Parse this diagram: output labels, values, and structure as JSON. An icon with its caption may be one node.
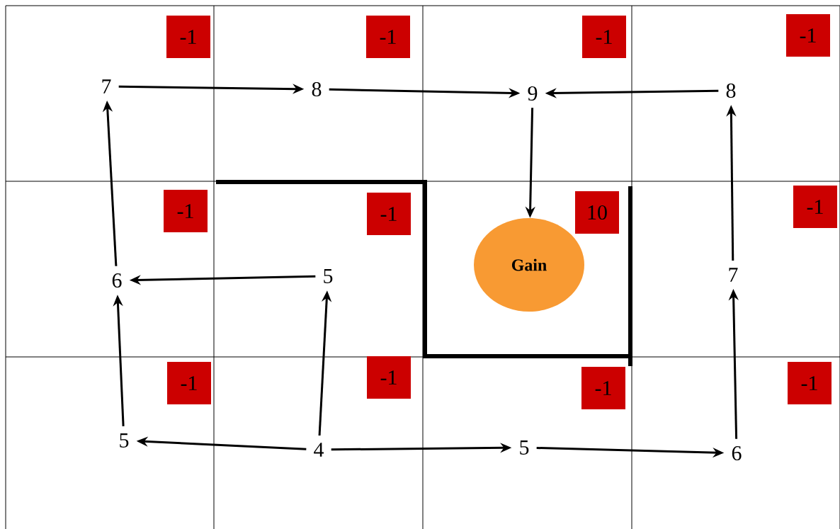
{
  "diagram": {
    "nodes": [
      {
        "text": [
          "7"
        ]
      },
      {
        "text": [
          "8"
        ]
      },
      {
        "text": [
          "9"
        ]
      },
      {
        "text": [
          "8"
        ]
      },
      {
        "text": [
          "6"
        ]
      },
      {
        "text": [
          "5"
        ]
      },
      {
        "text": [
          "7"
        ]
      },
      {
        "text": [
          "5"
        ]
      },
      {
        "text": [
          "4"
        ]
      },
      {
        "text": [
          "5"
        ]
      },
      {
        "text": [
          "6"
        ]
      },
      {
        "text": [
          "-1"
        ]
      },
      {
        "text": [
          "-1"
        ]
      },
      {
        "text": [
          "-1"
        ]
      },
      {
        "text": [
          "-1"
        ]
      },
      {
        "text": [
          "-1"
        ]
      },
      {
        "text": [
          "-1"
        ]
      },
      {
        "text": [
          "10"
        ]
      },
      {
        "text": [
          "-1"
        ]
      },
      {
        "text": [
          "-1"
        ]
      },
      {
        "text": [
          "-1"
        ]
      },
      {
        "text": [
          "-1"
        ]
      },
      {
        "text": [
          "-1"
        ]
      },
      {
        "text": [
          "Gain"
        ]
      }
    ],
    "edges": [
      {
        "from": 0,
        "to": 1,
        "arrow": "to"
      },
      {
        "from": 1,
        "to": 2,
        "arrow": "to"
      },
      {
        "from": 3,
        "to": 2,
        "arrow": "to"
      },
      {
        "from": 2,
        "to": 23,
        "arrow": "to"
      },
      {
        "from": 4,
        "to": 0,
        "arrow": "to"
      },
      {
        "from": 5,
        "to": 4,
        "arrow": "to"
      },
      {
        "from": 6,
        "to": 3,
        "arrow": "to"
      },
      {
        "from": 7,
        "to": 4,
        "arrow": "to"
      },
      {
        "from": 8,
        "to": 5,
        "arrow": "to"
      },
      {
        "from": 8,
        "to": 7,
        "arrow": "to"
      },
      {
        "from": 8,
        "to": 9,
        "arrow": "to"
      },
      {
        "from": 9,
        "to": 10,
        "arrow": "to"
      },
      {
        "from": 10,
        "to": 6,
        "arrow": "to"
      }
    ]
  }
}
